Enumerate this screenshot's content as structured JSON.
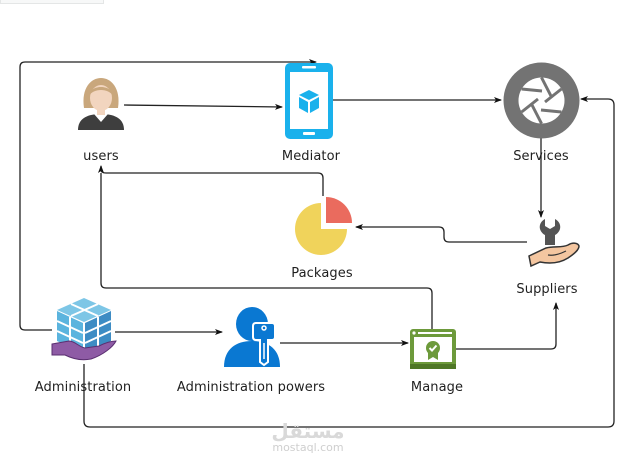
{
  "diagram": {
    "nodes": [
      {
        "id": "users",
        "label": "users",
        "icon": "user-avatar-icon"
      },
      {
        "id": "mediator",
        "label": "Mediator",
        "icon": "mobile-cube-icon"
      },
      {
        "id": "services",
        "label": "Services",
        "icon": "aperture-icon"
      },
      {
        "id": "packages",
        "label": "Packages",
        "icon": "pie-chart-icon"
      },
      {
        "id": "suppliers",
        "label": "Suppliers",
        "icon": "wrench-hand-icon"
      },
      {
        "id": "administration",
        "label": "Administration",
        "icon": "cube-hand-icon"
      },
      {
        "id": "admin_powers",
        "label": "Administration powers",
        "icon": "user-key-icon"
      },
      {
        "id": "manage",
        "label": "Manage",
        "icon": "certificate-window-icon"
      }
    ],
    "edges": [
      {
        "from": "users",
        "to": "mediator"
      },
      {
        "from": "administration",
        "to": "mediator"
      },
      {
        "from": "mediator",
        "to": "services"
      },
      {
        "from": "services",
        "to": "suppliers"
      },
      {
        "from": "suppliers",
        "to": "packages"
      },
      {
        "from": "packages",
        "to": "users"
      },
      {
        "from": "manage",
        "to": "users"
      },
      {
        "from": "administration",
        "to": "admin_powers"
      },
      {
        "from": "admin_powers",
        "to": "manage"
      },
      {
        "from": "manage",
        "to": "suppliers"
      },
      {
        "from": "administration",
        "to": "services"
      }
    ],
    "colors": {
      "line": "#1a1a1a",
      "mediator_blue": "#1ab1ec",
      "services_gray": "#737373",
      "pie_yellow": "#f0d35b",
      "pie_red": "#ea6b5e",
      "admin_blue": "#0a78d2",
      "manage_green": "#6d9a3b",
      "hand_purple": "#8e5ba5"
    }
  },
  "watermark": {
    "arabic": "مستقل",
    "latin": "mostaql.com"
  }
}
